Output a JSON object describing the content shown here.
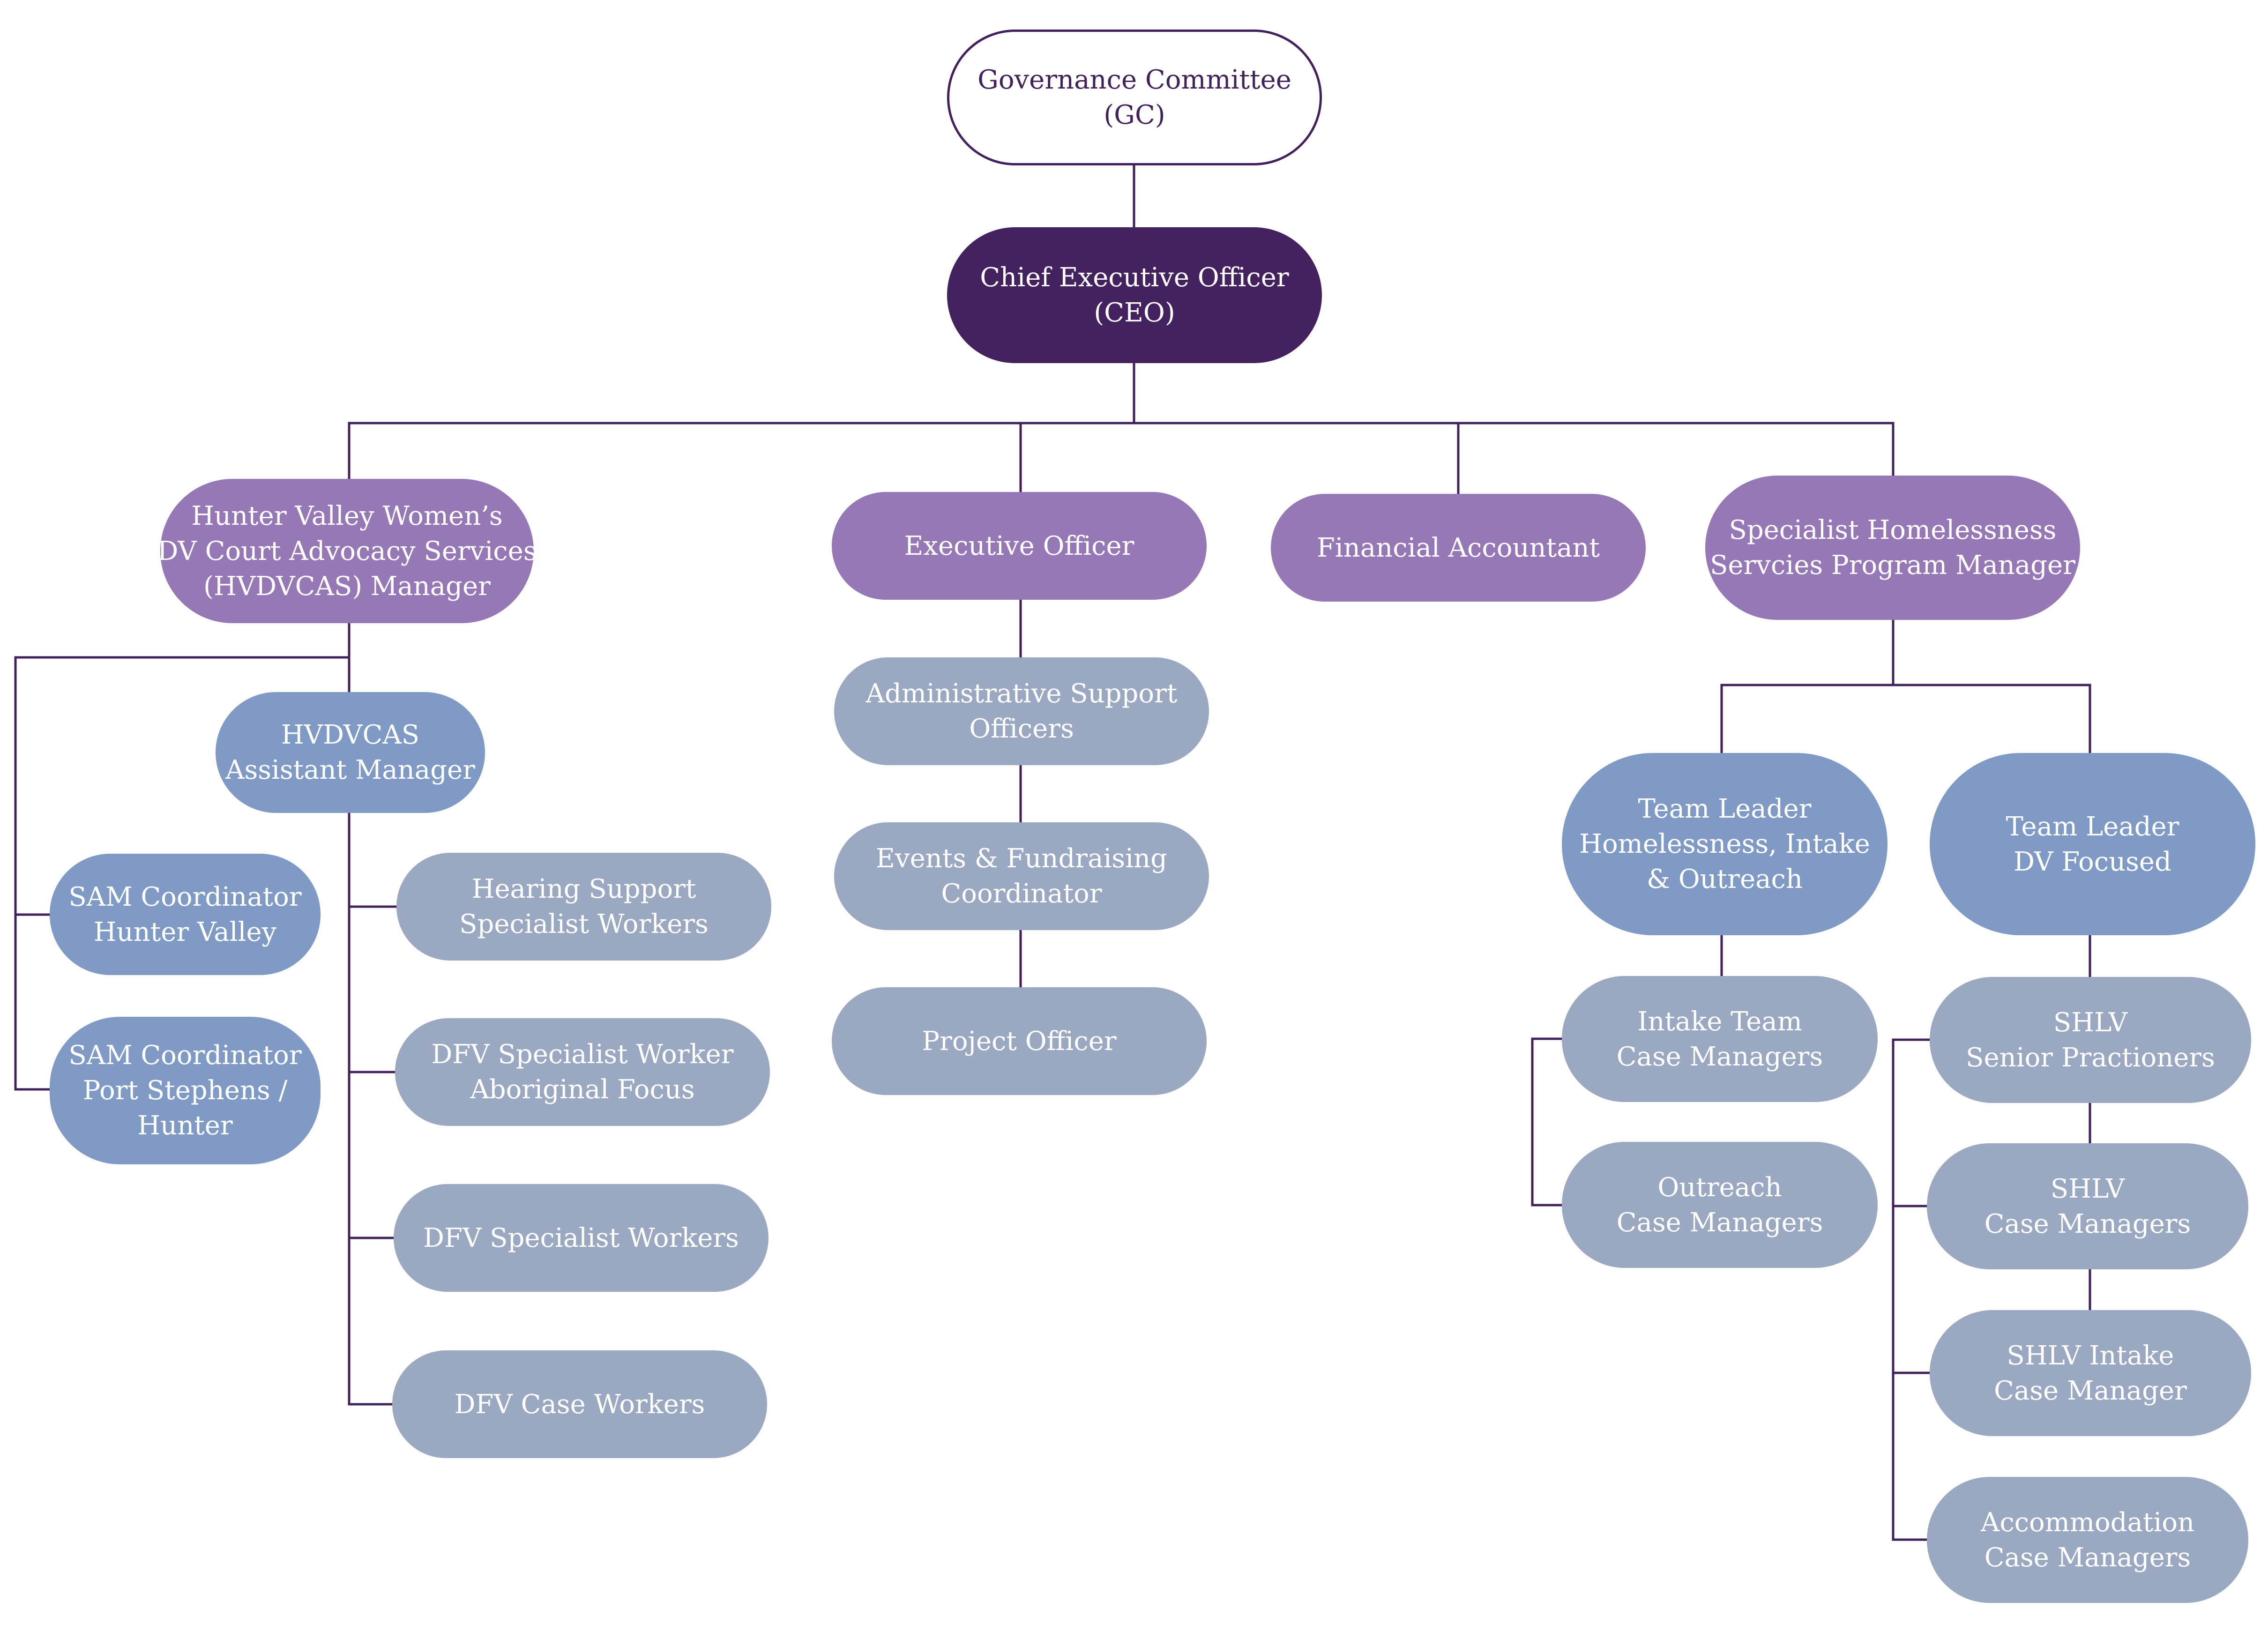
{
  "nodes": {
    "gc": {
      "lines": [
        "Governance Committee",
        "(GC)"
      ],
      "color": "#ffffff"
    },
    "ceo": {
      "lines": [
        "Chief Executive Officer",
        "(CEO)"
      ],
      "color": "#44225f"
    },
    "hvdvcas_mgr": {
      "lines": [
        "Hunter Valley Women’s",
        "DV Court Advocacy Services",
        "(HVDVCAS) Manager"
      ],
      "color": "#9678b6"
    },
    "exec_officer": {
      "lines": [
        "Executive Officer"
      ],
      "color": "#9678b6"
    },
    "fin_accountant": {
      "lines": [
        "Financial Accountant"
      ],
      "color": "#9678b6"
    },
    "shs_mgr": {
      "lines": [
        "Specialist Homelessness",
        "Servcies Program Manager"
      ],
      "color": "#9678b6"
    },
    "hvdvcas_asst": {
      "lines": [
        "HVDVCAS",
        "Assistant Manager"
      ],
      "color": "#7f9bc5"
    },
    "sam_hv": {
      "lines": [
        "SAM Coordinator",
        "Hunter Valley"
      ],
      "color": "#7f9bc5"
    },
    "sam_ps": {
      "lines": [
        "SAM Coordinator",
        "Port Stephens /",
        "Hunter"
      ],
      "color": "#7f9bc5"
    },
    "hearing": {
      "lines": [
        "Hearing Support",
        "Specialist Workers"
      ],
      "color": "#9aa8c1"
    },
    "dfv_aboriginal": {
      "lines": [
        "DFV Specialist Worker",
        "Aboriginal Focus"
      ],
      "color": "#9aa8c1"
    },
    "dfv_specialist": {
      "lines": [
        "DFV Specialist Workers"
      ],
      "color": "#9aa8c1"
    },
    "dfv_case": {
      "lines": [
        "DFV Case Workers"
      ],
      "color": "#9aa8c1"
    },
    "admin": {
      "lines": [
        "Administrative Support",
        "Officers"
      ],
      "color": "#9aa8c1"
    },
    "events": {
      "lines": [
        "Events & Fundraising",
        "Coordinator"
      ],
      "color": "#9aa8c1"
    },
    "project": {
      "lines": [
        "Project Officer"
      ],
      "color": "#9aa8c1"
    },
    "tl_homeless": {
      "lines": [
        "Team Leader",
        "Homelessness, Intake",
        "& Outreach"
      ],
      "color": "#7f9bc5"
    },
    "tl_dv": {
      "lines": [
        "Team Leader",
        "DV Focused"
      ],
      "color": "#7f9bc5"
    },
    "intake_cm": {
      "lines": [
        "Intake Team",
        "Case Managers"
      ],
      "color": "#9aa8c1"
    },
    "outreach_cm": {
      "lines": [
        "Outreach",
        "Case Managers"
      ],
      "color": "#9aa8c1"
    },
    "shlv_senior": {
      "lines": [
        "SHLV",
        "Senior Practioners"
      ],
      "color": "#9aa8c1"
    },
    "shlv_cm": {
      "lines": [
        "SHLV",
        "Case Managers"
      ],
      "color": "#9aa8c1"
    },
    "shlv_intake": {
      "lines": [
        "SHLV Intake",
        "Case Manager"
      ],
      "color": "#9aa8c1"
    },
    "accommodation": {
      "lines": [
        "Accommodation",
        "Case Managers"
      ],
      "color": "#9aa8c1"
    }
  },
  "line_color": "#42205e"
}
